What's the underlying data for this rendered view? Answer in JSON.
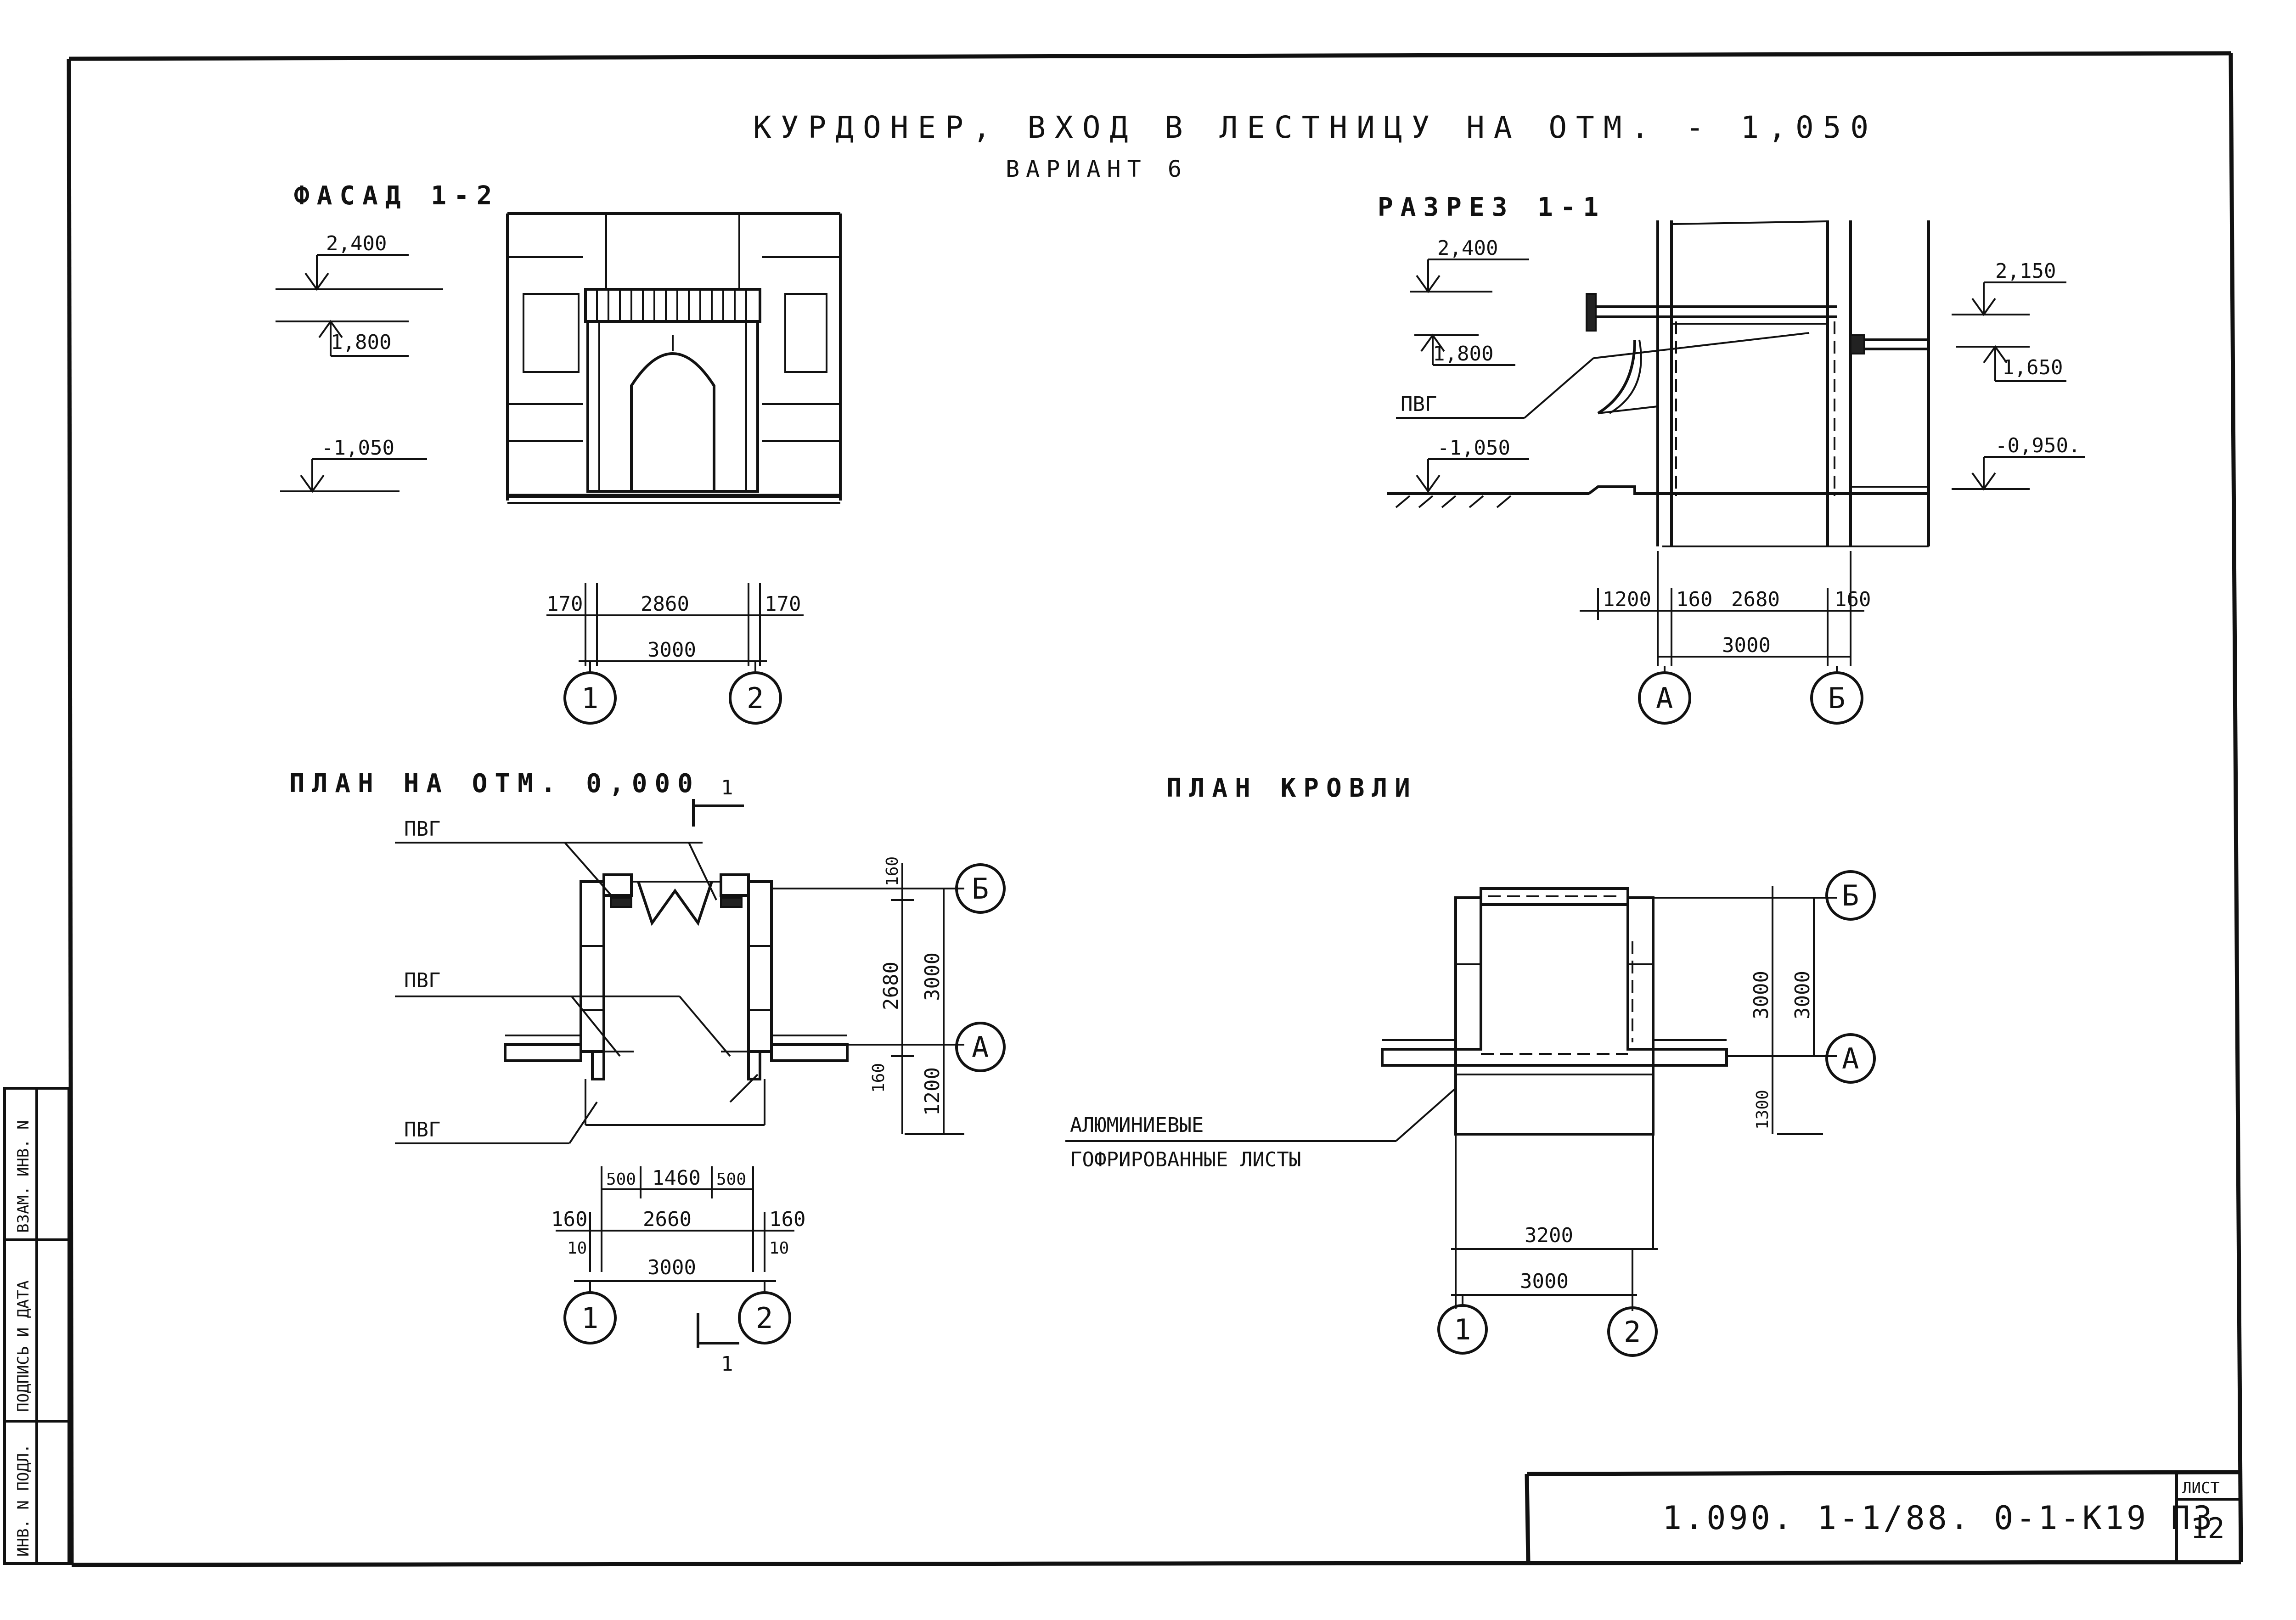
{
  "title": {
    "main": "КУРДОНЕР, ВХОД В ЛЕСТНИЦУ НА ОТМ. - 1,050",
    "variant": "ВАРИАНТ 6"
  },
  "facade": {
    "label": "ФАСАД 1-2",
    "levels": [
      "2,400",
      "1,800",
      "-1,050"
    ],
    "dims_top": [
      "170",
      "2860",
      "170"
    ],
    "dim_total": "3000",
    "axes": [
      "1",
      "2"
    ]
  },
  "section": {
    "label": "РАЗРЕЗ 1-1",
    "levels_left": [
      "2,400",
      "1,800",
      "-1,050"
    ],
    "levels_right": [
      "2,150",
      "1,650",
      "-0,950."
    ],
    "pvg": "ПВГ",
    "dims_top": [
      "1200",
      "160",
      "2680",
      "160"
    ],
    "dim_total": "3000",
    "axes": [
      "А",
      "Б"
    ]
  },
  "plan": {
    "label": "ПЛАН НА ОТМ. 0,000",
    "cut_mark": "1",
    "pvg_labels": [
      "ПВГ",
      "ПВГ",
      "ПВГ"
    ],
    "dims_right": [
      "160",
      "2680",
      "3000",
      "160",
      "1200"
    ],
    "dims_bottom_top": [
      "500",
      "1460",
      "500"
    ],
    "dims_bottom_mid": [
      "160",
      "2660",
      "160"
    ],
    "dims_bottom_small": [
      "10",
      "10"
    ],
    "dim_total": "3000",
    "axes_bottom": [
      "1",
      "2"
    ],
    "axes_right": [
      "Б",
      "А"
    ]
  },
  "roof": {
    "label": "ПЛАН КРОВЛИ",
    "note_line1": "АЛЮМИНИЕВЫЕ",
    "note_line2": "ГОФРИРОВАННЫЕ ЛИСТЫ",
    "dims_right": [
      "3000",
      "3000",
      "1300"
    ],
    "dims_bottom": [
      "3200",
      "3000"
    ],
    "axes_bottom": [
      "1",
      "2"
    ],
    "axes_right": [
      "Б",
      "А"
    ]
  },
  "stamp": {
    "code": "1.090. 1-1/88. 0-1-К19 ПЗ",
    "sheet_label": "ЛИСТ",
    "sheet_number": "12",
    "side_fields": [
      "ИНВ. N ПОДЛ.",
      "ПОДПИСЬ И ДАТА",
      "ВЗАМ. ИНВ. N"
    ]
  }
}
